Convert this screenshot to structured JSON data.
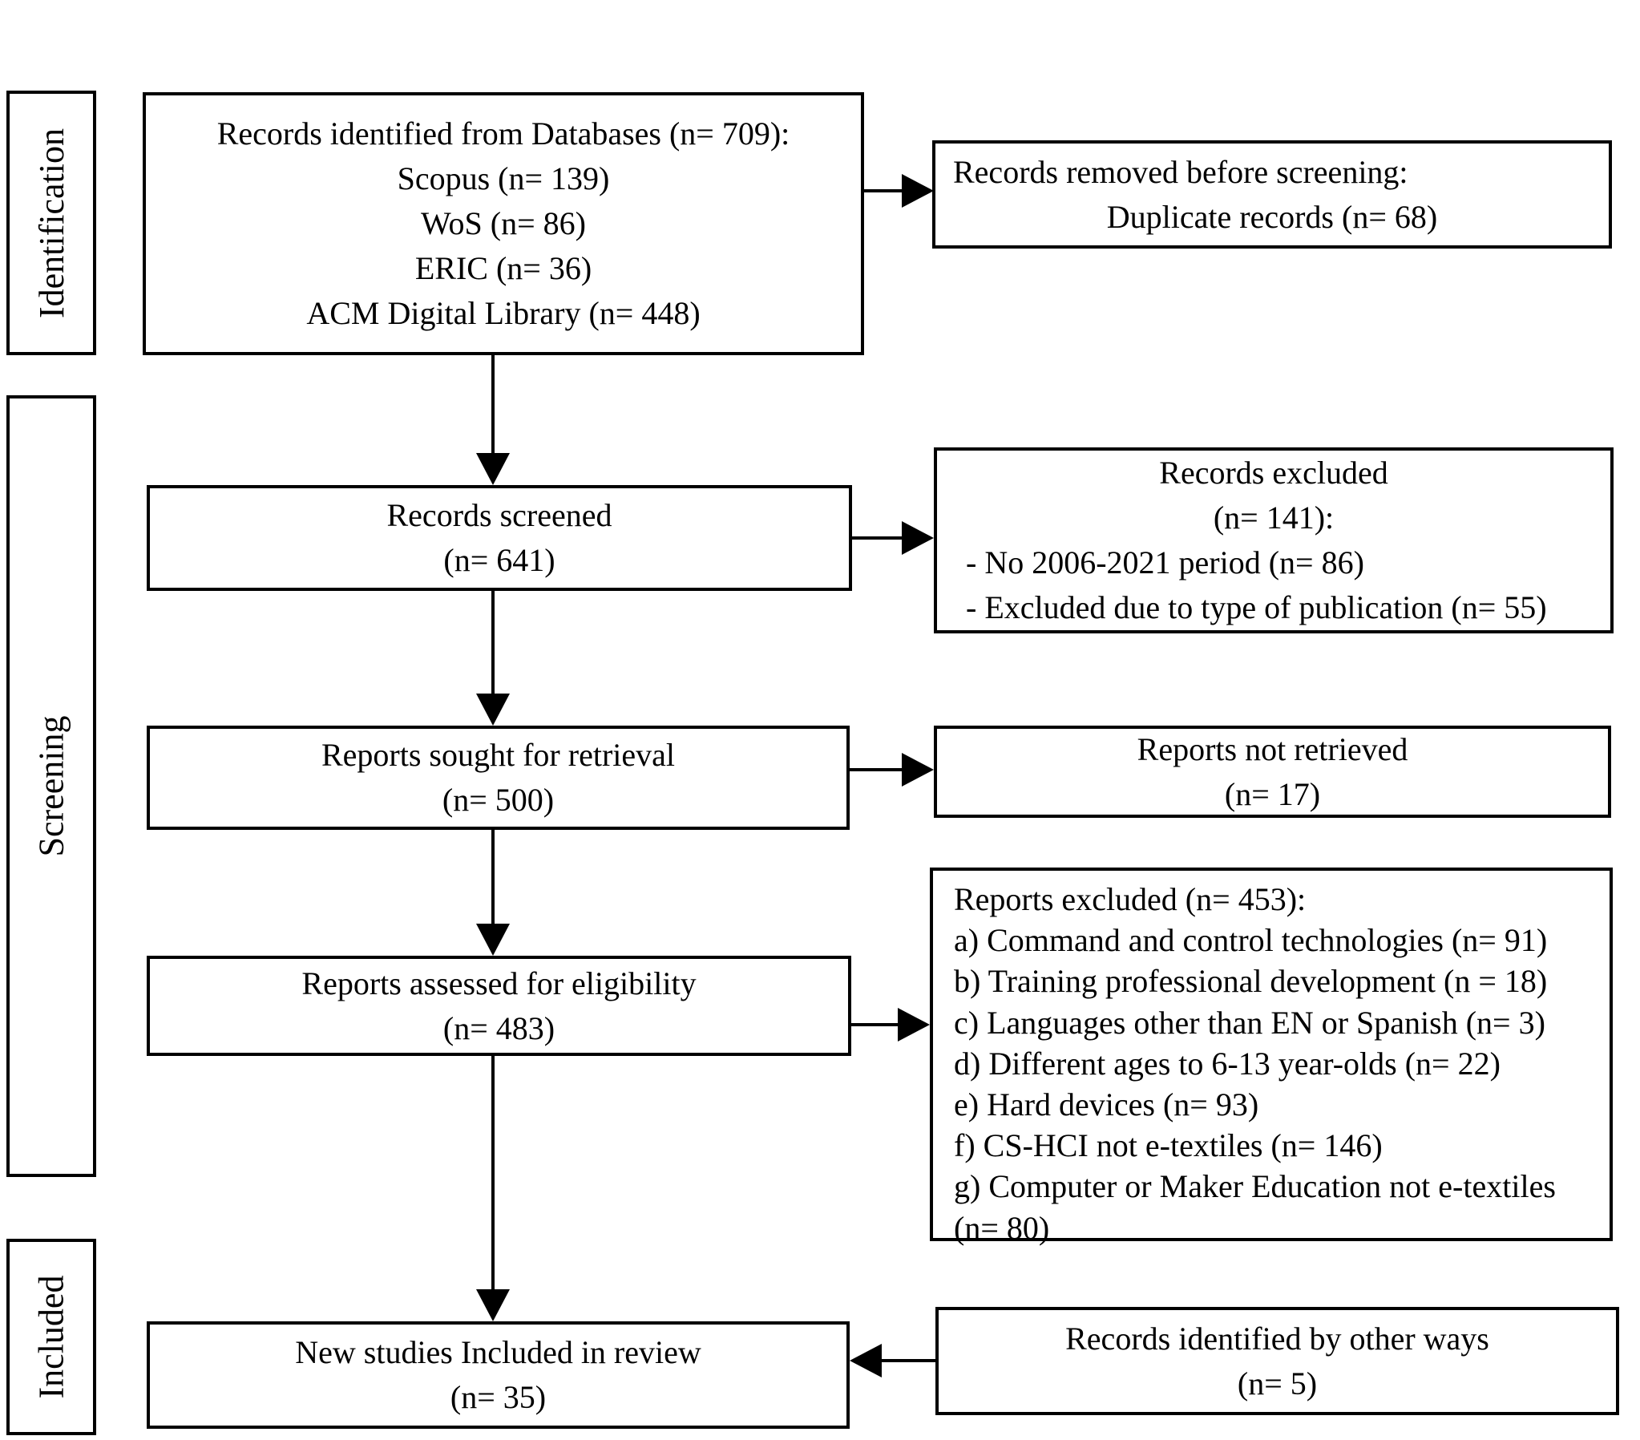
{
  "sidebar": {
    "identification": "Identification",
    "screening": "Screening",
    "included": "Included"
  },
  "flow": {
    "records_identified": {
      "title": "Records identified from Databases (n= 709):",
      "items": [
        "Scopus (n= 139)",
        "WoS (n= 86)",
        "ERIC (n= 36)",
        "ACM Digital Library (n= 448)"
      ]
    },
    "records_removed": {
      "title": "Records removed before screening:",
      "items": [
        "Duplicate records (n= 68)"
      ]
    },
    "records_screened": {
      "line1": "Records screened",
      "line2": "(n= 641)"
    },
    "records_excluded": {
      "line1": "Records excluded",
      "line2": "(n= 141):",
      "items": [
        "- No 2006-2021 period (n= 86)",
        "- Excluded due to type of publication (n= 55)"
      ]
    },
    "reports_sought": {
      "line1": "Reports sought for retrieval",
      "line2": "(n= 500)"
    },
    "reports_not_retrieved": {
      "line1": "Reports not retrieved",
      "line2": "(n= 17)"
    },
    "reports_assessed": {
      "line1": "Reports assessed for eligibility",
      "line2": "(n= 483)"
    },
    "reports_excluded": {
      "title": "Reports excluded (n= 453):",
      "items": [
        "a) Command and control technologies (n= 91)",
        "b) Training professional development (n = 18)",
        "c) Languages other than EN or Spanish (n= 3)",
        "d) Different ages to 6-13 year-olds (n= 22)",
        "e) Hard devices (n= 93)",
        "f) CS-HCI not e-textiles (n= 146)",
        "g) Computer or Maker Education not e-textiles (n= 80)"
      ]
    },
    "new_studies": {
      "line1": "New studies Included in review",
      "line2": "(n= 35)"
    },
    "records_other_ways": {
      "line1": "Records identified by other ways",
      "line2": "(n= 5)"
    }
  },
  "colors": {
    "border": "#000000",
    "background": "#ffffff",
    "text": "#000000"
  }
}
